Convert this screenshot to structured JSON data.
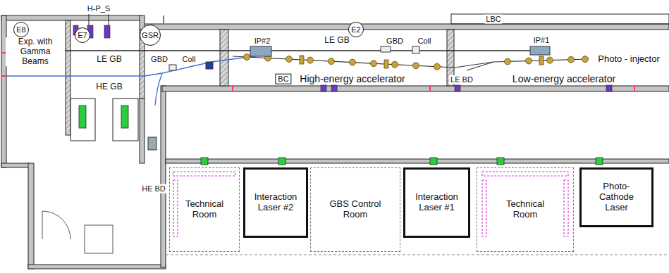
{
  "diagram": {
    "nodes": [
      {
        "text": [
          "Technical Room"
        ]
      },
      {
        "text": [
          "Interaction Laser #2"
        ]
      },
      {
        "text": [
          "GBS Control Room"
        ]
      },
      {
        "text": [
          "Interaction Laser #1"
        ]
      },
      {
        "text": [
          "Technical Room"
        ]
      },
      {
        "text": [
          "Photo-Cathode Laser"
        ]
      }
    ],
    "labels": [
      "H-P_S",
      "E8",
      "E7",
      "GSR",
      "Exp. with Gamma Beams",
      "LE GB",
      "HE GB",
      "GBD",
      "Coll",
      "IP#2",
      "BC",
      "E2",
      "LE GB",
      "GBD",
      "Coll",
      "High-energy accelerator",
      "LBC",
      "IP#1",
      "Photo - injector",
      "LE BD",
      "Low-energy accelerator",
      "HE BD"
    ]
  }
}
